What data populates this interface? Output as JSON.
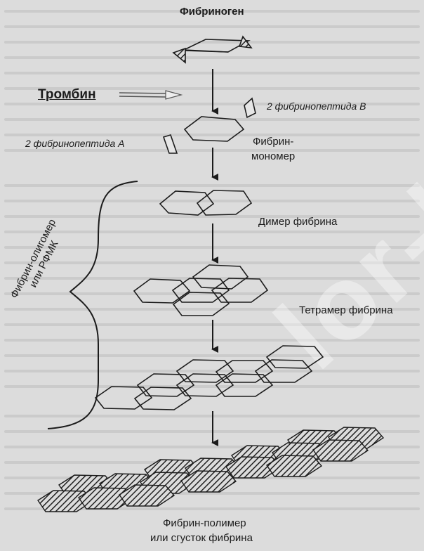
{
  "labels": {
    "fibrinogen": "Фибриноген",
    "thrombin": "Тромбин",
    "fibrinopeptide_b": "2 фибринопептида В",
    "fibrinopeptide_a": "2 фибринопептида А",
    "fibrin_monomer_1": "Фибрин-",
    "fibrin_monomer_2": "мономер",
    "fibrin_dimer": "Димер фибрина",
    "fibrin_tetramer": "Тетрамер фибрина",
    "oligomer_1": "Фибрин-олигомер",
    "oligomer_2": "или РФМК",
    "polymer_1": "Фибрин-полимер",
    "polymer_2": "или сгусток фибрина"
  },
  "colors": {
    "background": "#dcdcdc",
    "ink": "#1c1c1c",
    "hatch": "#222222"
  },
  "watermark_icon": "watermark-logo"
}
